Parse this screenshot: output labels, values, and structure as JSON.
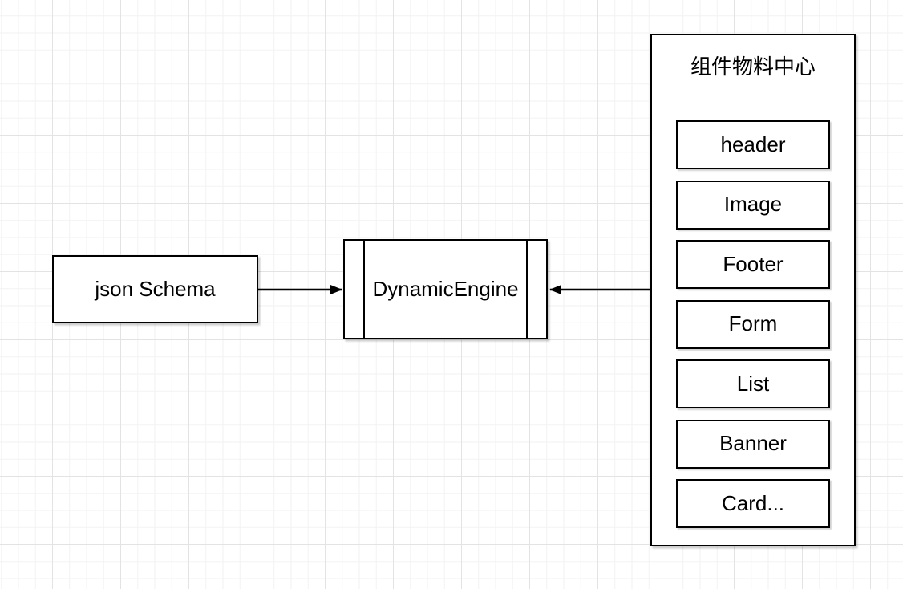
{
  "nodes": {
    "json_schema": {
      "label": "json Schema"
    },
    "dynamic_engine": {
      "label": "DynamicEngine"
    },
    "material_center": {
      "title": "组件物料中心",
      "items": [
        "header",
        "Image",
        "Footer",
        "Form",
        "List",
        "Banner",
        "Card..."
      ]
    }
  },
  "connectors": [
    {
      "from": "json_schema",
      "to": "dynamic_engine",
      "arrow": "into-left-side"
    },
    {
      "from": "material_center",
      "to": "dynamic_engine",
      "arrow": "into-right-side"
    }
  ],
  "colors": {
    "stroke": "#000000",
    "fill": "#ffffff",
    "text": "#000000",
    "bg": "#ffffff",
    "grid_minor": "#f2f2f2",
    "grid_major": "#e3e3e3"
  }
}
